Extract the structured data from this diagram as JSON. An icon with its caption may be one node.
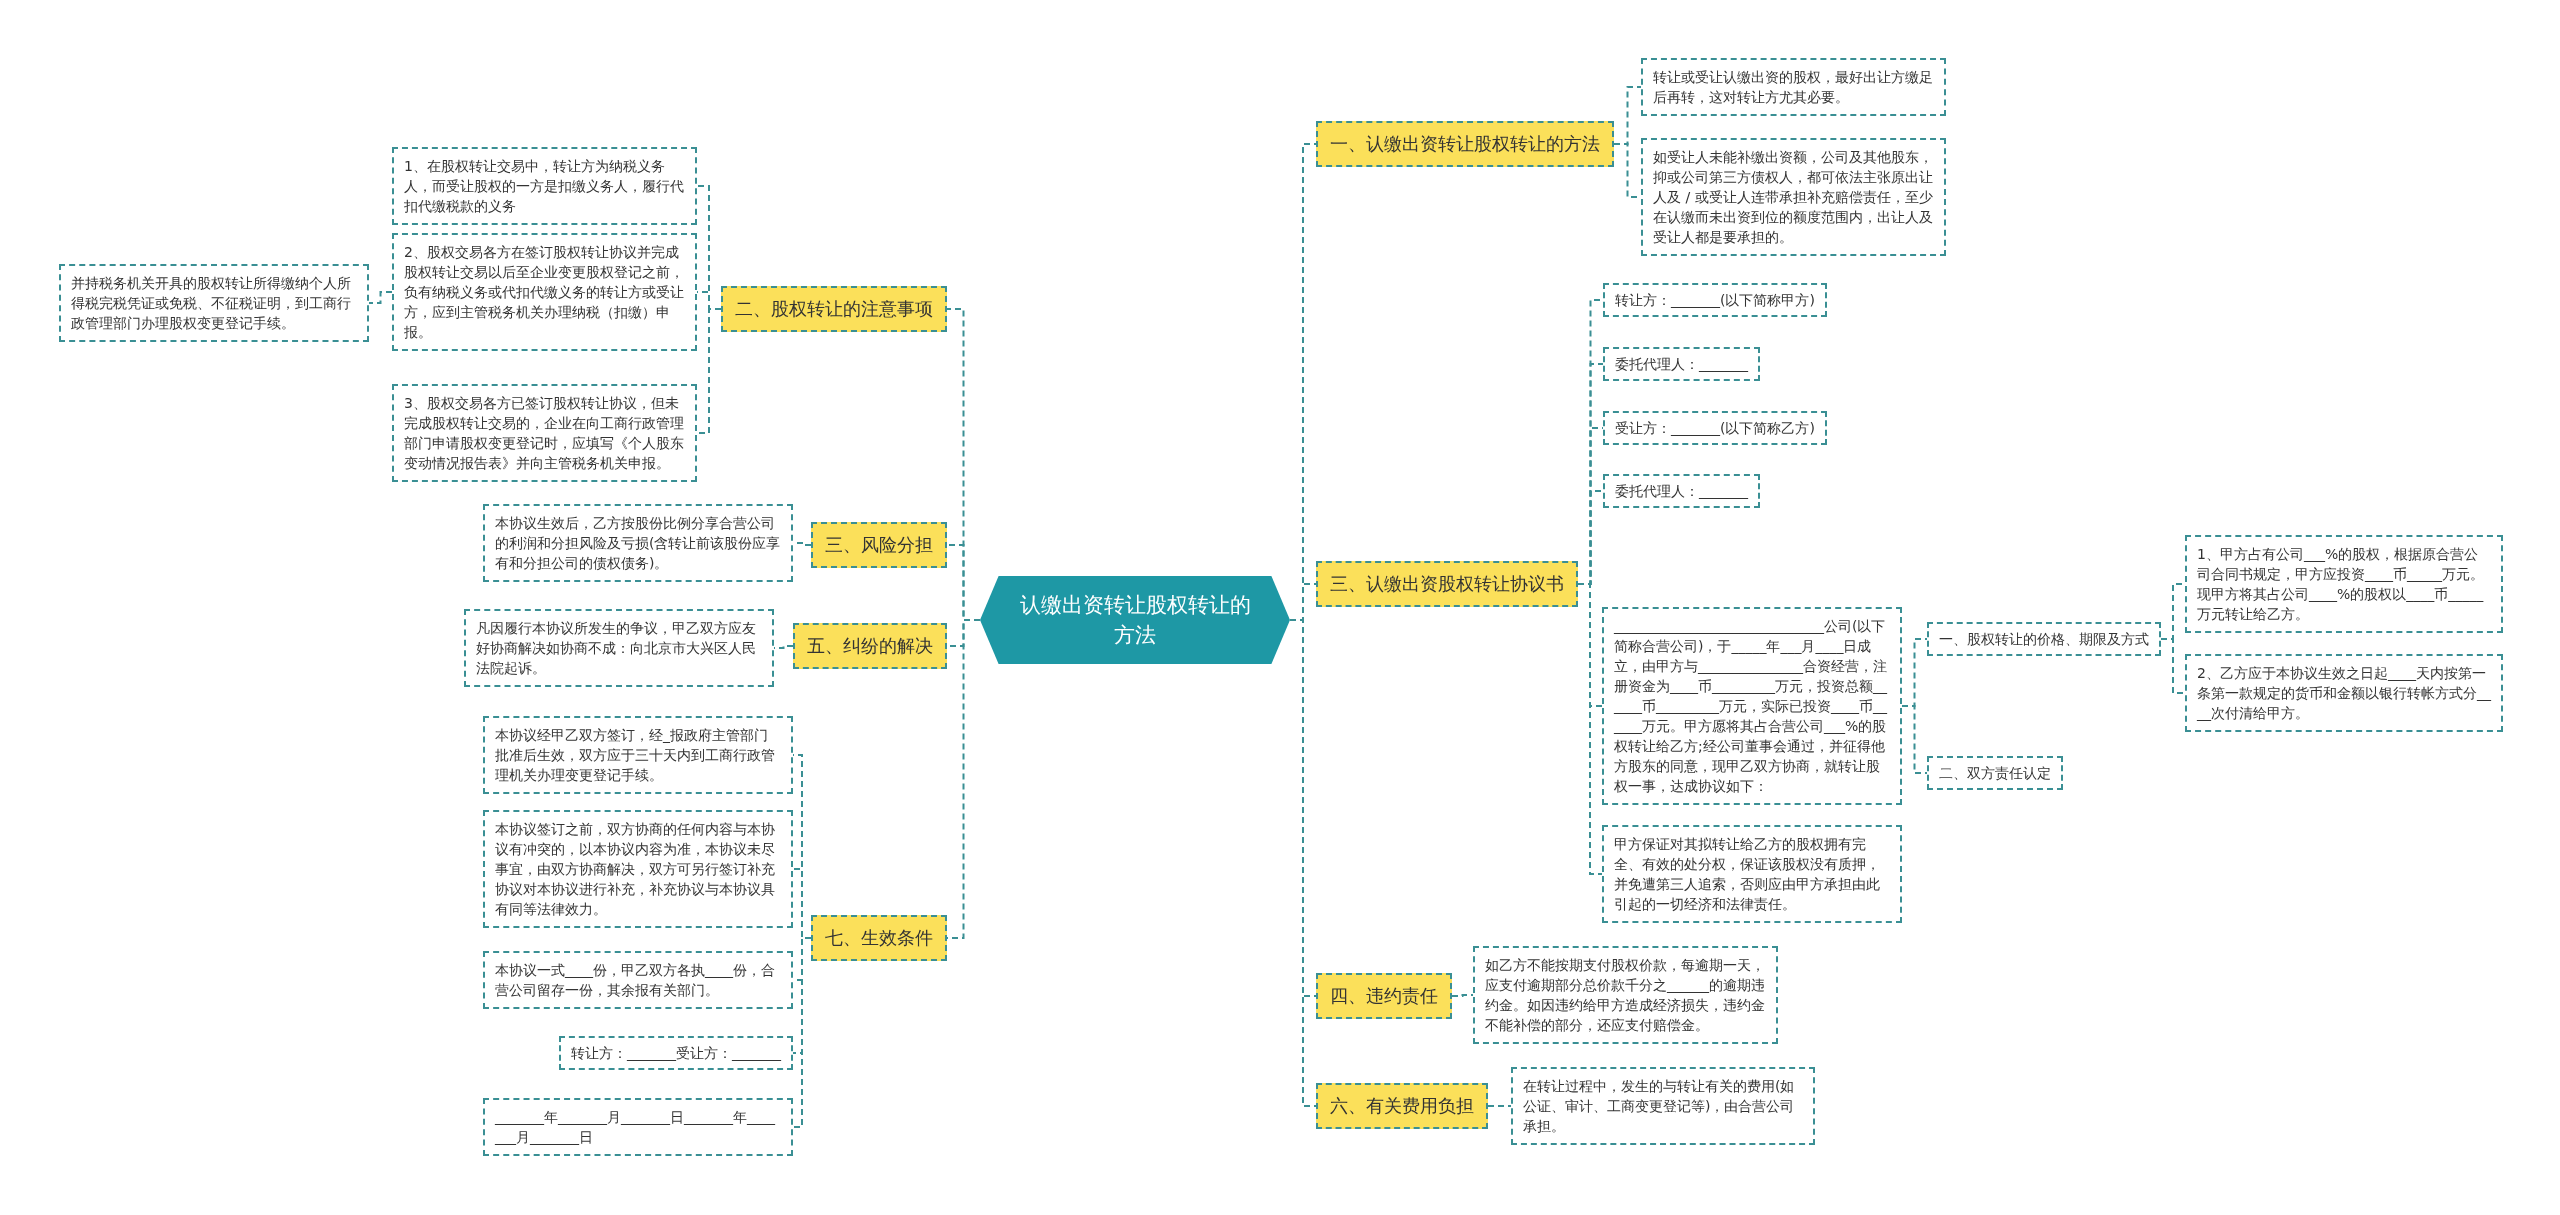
{
  "diagram": {
    "nodes": [
      {
        "text": [
          "认缴出资转让股权转让的方法"
        ]
      },
      {
        "text": [
          "二、股权转让的注意事项"
        ]
      },
      {
        "text": [
          "1、在股权转让交易中，转让方为纳税义务人，而受让股权的一方是扣缴义务人，履行代扣代缴税款的义务"
        ]
      },
      {
        "text": [
          "2、股权交易各方在签订股权转让协议并完成股权转让交易以后至企业变更股权登记之前，负有纳税义务或代扣代缴义务的转让方或受让方，应到主管税务机关办理纳税（扣缴）申报。"
        ]
      },
      {
        "text": [
          "并持税务机关开具的股权转让所得缴纳个人所得税完税凭证或免税、不征税证明，到工商行政管理部门办理股权变更登记手续。"
        ]
      },
      {
        "text": [
          "3、股权交易各方已签订股权转让协议，但未完成股权转让交易的，企业在向工商行政管理部门申请股权变更登记时，应填写《个人股东变动情况报告表》并向主管税务机关申报。"
        ]
      },
      {
        "text": [
          "三、风险分担"
        ]
      },
      {
        "text": [
          "本协议生效后，乙方按股份比例分享合营公司的利润和分担风险及亏损(含转让前该股份应享有和分担公司的债权债务)。"
        ]
      },
      {
        "text": [
          "五、纠纷的解决"
        ]
      },
      {
        "text": [
          "凡因履行本协议所发生的争议，甲乙双方应友好协商解决如协商不成：向北京市大兴区人民法院起诉。"
        ]
      },
      {
        "text": [
          "七、生效条件"
        ]
      },
      {
        "text": [
          "本协议经甲乙双方签订，经_报政府主管部门批准后生效，双方应于三十天内到工商行政管理机关办理变更登记手续。"
        ]
      },
      {
        "text": [
          "本协议签订之前，双方协商的任何内容与本协议有冲突的，以本协议内容为准，本协议未尽事宜，由双方协商解决，双方可另行签订补充协议对本协议进行补充，补充协议与本协议具有同等法律效力。"
        ]
      },
      {
        "text": [
          "本协议一式____份，甲乙双方各执____份，合营公司留存一份，其余报有关部门。"
        ]
      },
      {
        "text": [
          "转让方：_______受让方：_______"
        ]
      },
      {
        "text": [
          "_______年_______月_______日_______年_______月_______日"
        ]
      },
      {
        "text": [
          "一、认缴出资转让股权转让的方法"
        ]
      },
      {
        "text": [
          "转让或受让认缴出资的股权，最好出让方缴足后再转，这对转让方尤其必要。"
        ]
      },
      {
        "text": [
          "如受让人未能补缴出资额，公司及其他股东，抑或公司第三方债权人，都可依法主张原出让人及 / 或受让人连带承担补充赔偿责任，至少在认缴而未出资到位的额度范围内，出让人及受让人都是要承担的。"
        ]
      },
      {
        "text": [
          "三、认缴出资股权转让协议书"
        ]
      },
      {
        "text": [
          "转让方：_______(以下简称甲方)"
        ]
      },
      {
        "text": [
          "委托代理人：_______"
        ]
      },
      {
        "text": [
          "受让方：_______(以下简称乙方)"
        ]
      },
      {
        "text": [
          "委托代理人：_______"
        ]
      },
      {
        "text": [
          "______________________________公司(以下简称合营公司)，于_____年___月____日成立，由甲方与_______________合资经营，注册资金为____币_________万元，投资总额______币_________万元，实际已投资____币______万元。甲方愿将其占合营公司___%的股权转让给乙方;经公司董事会通过，并征得他方股东的同意，现甲乙双方协商，就转让股权一事，达成协议如下："
        ]
      },
      {
        "text": [
          "一、股权转让的价格、期限及方式"
        ]
      },
      {
        "text": [
          "1、甲方占有公司___%的股权，根据原合营公司合同书规定，甲方应投资____币_____万元。现甲方将其占公司____%的股权以____币_____万元转让给乙方。"
        ]
      },
      {
        "text": [
          "2、乙方应于本协议生效之日起____天内按第一条第一款规定的货币和金额以银行转帐方式分____次付清给甲方。"
        ]
      },
      {
        "text": [
          "二、双方责任认定"
        ]
      },
      {
        "text": [
          "甲方保证对其拟转让给乙方的股权拥有完全、有效的处分权，保证该股权没有质押，并免遭第三人追索，否则应由甲方承担由此引起的一切经济和法律责任。"
        ]
      },
      {
        "text": [
          "四、违约责任"
        ]
      },
      {
        "text": [
          "如乙方不能按期支付股权价款，每逾期一天，应支付逾期部分总价款千分之______的逾期违约金。如因违约给甲方造成经济损失，违约金不能补偿的部分，还应支付赔偿金。"
        ]
      },
      {
        "text": [
          "六、有关费用负担"
        ]
      },
      {
        "text": [
          "在转让过程中，发生的与转让有关的费用(如公证、审计、工商变更登记等)，由合营公司承担。"
        ]
      }
    ],
    "edges": [
      {
        "from": 0,
        "to": 1,
        "arrow": "none"
      },
      {
        "from": 1,
        "to": 2,
        "arrow": "none"
      },
      {
        "from": 1,
        "to": 3,
        "arrow": "none"
      },
      {
        "from": 3,
        "to": 4,
        "arrow": "none"
      },
      {
        "from": 1,
        "to": 5,
        "arrow": "none"
      },
      {
        "from": 0,
        "to": 6,
        "arrow": "none"
      },
      {
        "from": 6,
        "to": 7,
        "arrow": "none"
      },
      {
        "from": 0,
        "to": 8,
        "arrow": "none"
      },
      {
        "from": 8,
        "to": 9,
        "arrow": "none"
      },
      {
        "from": 0,
        "to": 10,
        "arrow": "none"
      },
      {
        "from": 10,
        "to": 11,
        "arrow": "none"
      },
      {
        "from": 10,
        "to": 12,
        "arrow": "none"
      },
      {
        "from": 10,
        "to": 13,
        "arrow": "none"
      },
      {
        "from": 10,
        "to": 14,
        "arrow": "none"
      },
      {
        "from": 10,
        "to": 15,
        "arrow": "none"
      },
      {
        "from": 0,
        "to": 16,
        "arrow": "none"
      },
      {
        "from": 16,
        "to": 17,
        "arrow": "none"
      },
      {
        "from": 16,
        "to": 18,
        "arrow": "none"
      },
      {
        "from": 0,
        "to": 19,
        "arrow": "none"
      },
      {
        "from": 19,
        "to": 20,
        "arrow": "none"
      },
      {
        "from": 19,
        "to": 21,
        "arrow": "none"
      },
      {
        "from": 19,
        "to": 22,
        "arrow": "none"
      },
      {
        "from": 19,
        "to": 23,
        "arrow": "none"
      },
      {
        "from": 19,
        "to": 24,
        "arrow": "none"
      },
      {
        "from": 24,
        "to": 25,
        "arrow": "none"
      },
      {
        "from": 25,
        "to": 26,
        "arrow": "none"
      },
      {
        "from": 25,
        "to": 27,
        "arrow": "none"
      },
      {
        "from": 24,
        "to": 28,
        "arrow": "none"
      },
      {
        "from": 19,
        "to": 29,
        "arrow": "none"
      },
      {
        "from": 0,
        "to": 30,
        "arrow": "none"
      },
      {
        "from": 30,
        "to": 31,
        "arrow": "none"
      },
      {
        "from": 0,
        "to": 32,
        "arrow": "none"
      },
      {
        "from": 32,
        "to": 33,
        "arrow": "none"
      }
    ]
  }
}
